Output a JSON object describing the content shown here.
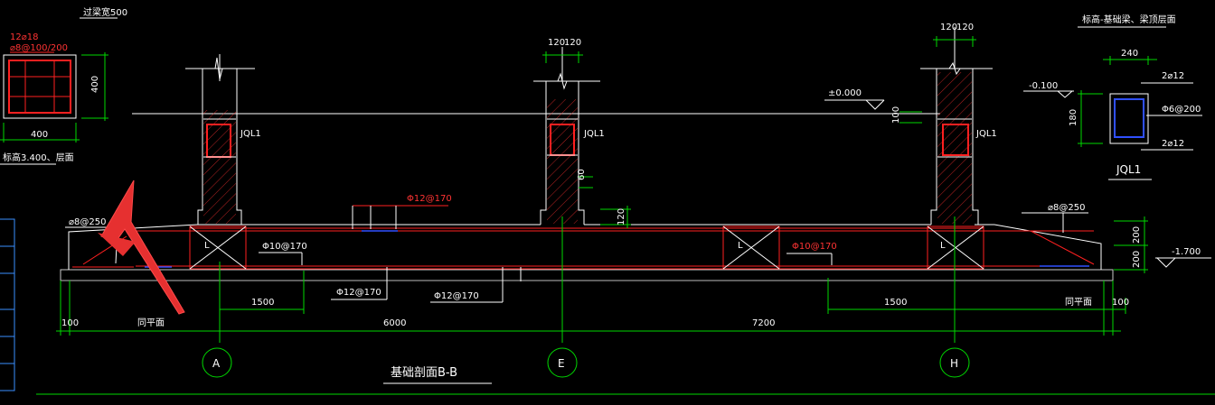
{
  "drawing": {
    "title": "基础剖面B-B",
    "top_note": "过梁宽500"
  },
  "column_detail": {
    "rebar_1": "12⌀18",
    "rebar_2": "⌀8@100/200",
    "width": "400",
    "height": "400",
    "note": "标高3.400、层面"
  },
  "jql1_detail": {
    "note": "标高-基础梁、梁顶层面",
    "width": "240",
    "height": "180",
    "top_bar": "2⌀12",
    "stirrup": "Φ6@200",
    "bottom_bar": "2⌀12",
    "elevation": "-0.100",
    "label": "JQL1"
  },
  "column_labels": {
    "a": "JQL1",
    "e": "JQL1",
    "h": "JQL1"
  },
  "column_dims": {
    "e_left": "120",
    "e_right": "120",
    "h_left": "120",
    "h_right": "120",
    "e_60": "60",
    "e_120": "120"
  },
  "elevations": {
    "ground": "±0.000",
    "ground_offset": "100",
    "base": "-1.700",
    "foot_1": "200",
    "foot_2": "200"
  },
  "rebars": {
    "left_slab": "⌀8@250",
    "right_slab": "⌀8@250",
    "top_mid": "Φ12@170",
    "top_right": "Φ10@170",
    "left_beam": "Φ10@170",
    "bottom_left": "Φ12@170",
    "bottom_mid": "Φ12@170"
  },
  "dims": {
    "left_100": "100",
    "left_label": "同平面",
    "span_ae": "6000",
    "span_eh": "7200",
    "left_1500": "1500",
    "right_1500": "1500",
    "right_label": "同平面",
    "right_100": "100"
  },
  "axes": {
    "a": "A",
    "e": "E",
    "h": "H"
  }
}
